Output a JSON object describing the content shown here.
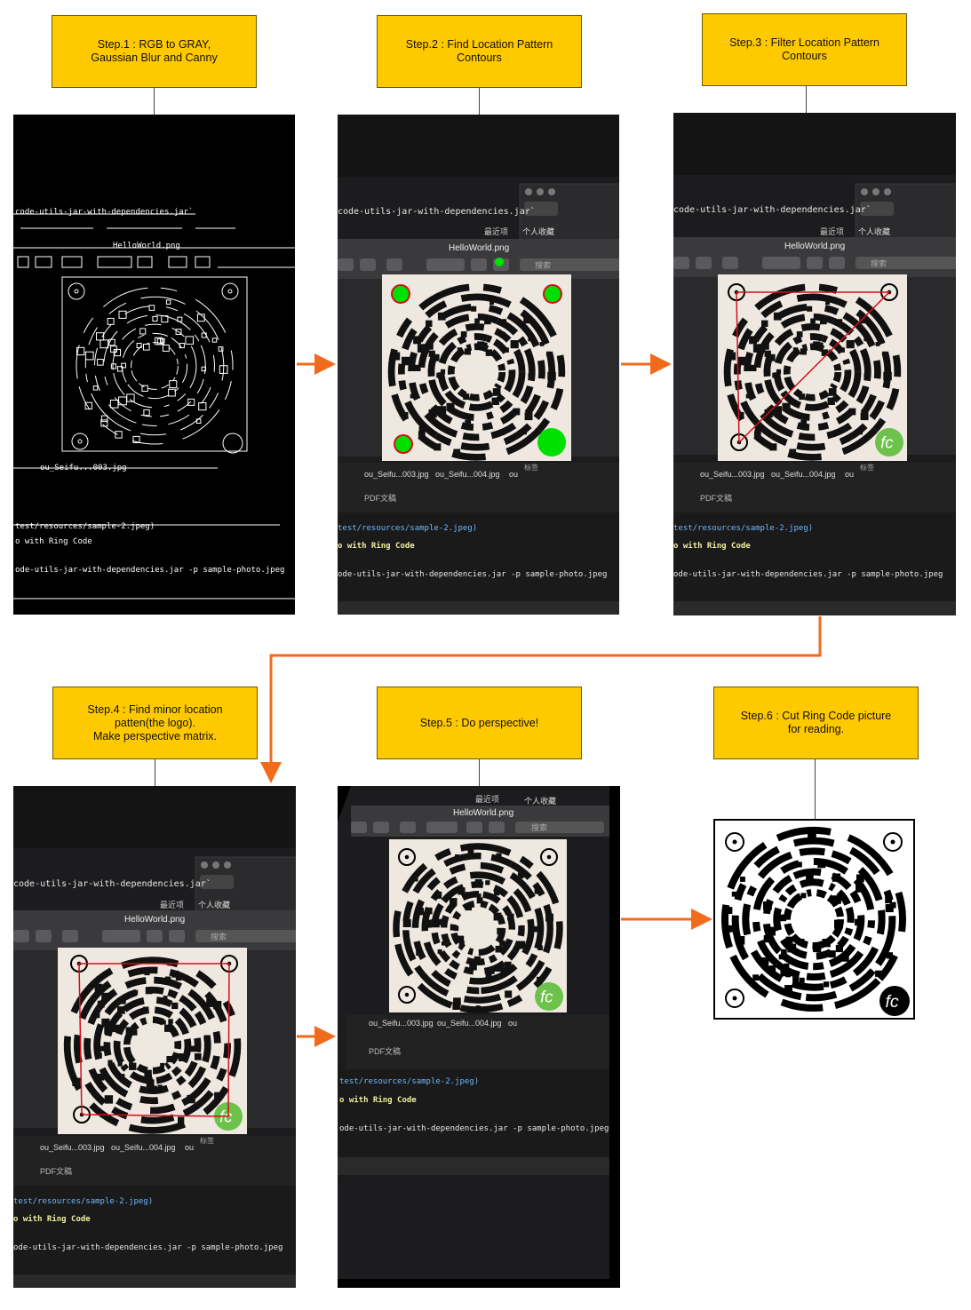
{
  "steps": [
    {
      "label": "Step.1 : RGB to GRAY,\nGaussian Blur and Canny"
    },
    {
      "label": "Step.2 : Find Location Pattern\nContours"
    },
    {
      "label": "Step.3 : Filter Location Pattern\nContours"
    },
    {
      "label": "Step.4 : Find minor location\npatten(the logo).\nMake perspective matrix."
    },
    {
      "label": "Step.5 : Do perspective!"
    },
    {
      "label": "Step.6 : Cut Ring Code picture\nfor reading."
    }
  ],
  "screen": {
    "jar_line": "code-utils-jar-with-dependencies.jar`",
    "sidebar_recent": "最近项",
    "sidebar_favorites": "个人收藏",
    "window_title": "HelloWorld.png",
    "search_placeholder": "搜索",
    "file1": "ou_Seifu...003.jpg",
    "file2": "ou_Seifu...004.jpg",
    "file3": "ou",
    "tag_label": "标签",
    "pdf_label": "PDF文稿",
    "path_line": "test/resources/sample-2.jpeg)",
    "ring_line": "o with Ring Code",
    "cmd_line": "ode-utils-jar-with-dependencies.jar -p sample-photo.jpeg",
    "logo_text": "fc"
  },
  "colors": {
    "box_fill": "#ffc900",
    "arrow": "#f26b1d",
    "contour_green": "#00e000",
    "contour_red": "#d0101a"
  }
}
